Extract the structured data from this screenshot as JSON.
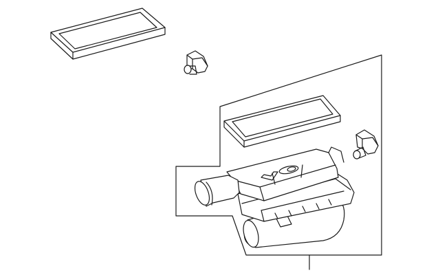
{
  "diagram": {
    "line_color": "#1a1a1a",
    "background": "#ffffff",
    "parts": [
      "air-filter-element",
      "air-flow-sensor",
      "air-cleaner-assembly",
      "air-filter-element-in-assembly",
      "air-flow-sensor-in-assembly"
    ]
  }
}
